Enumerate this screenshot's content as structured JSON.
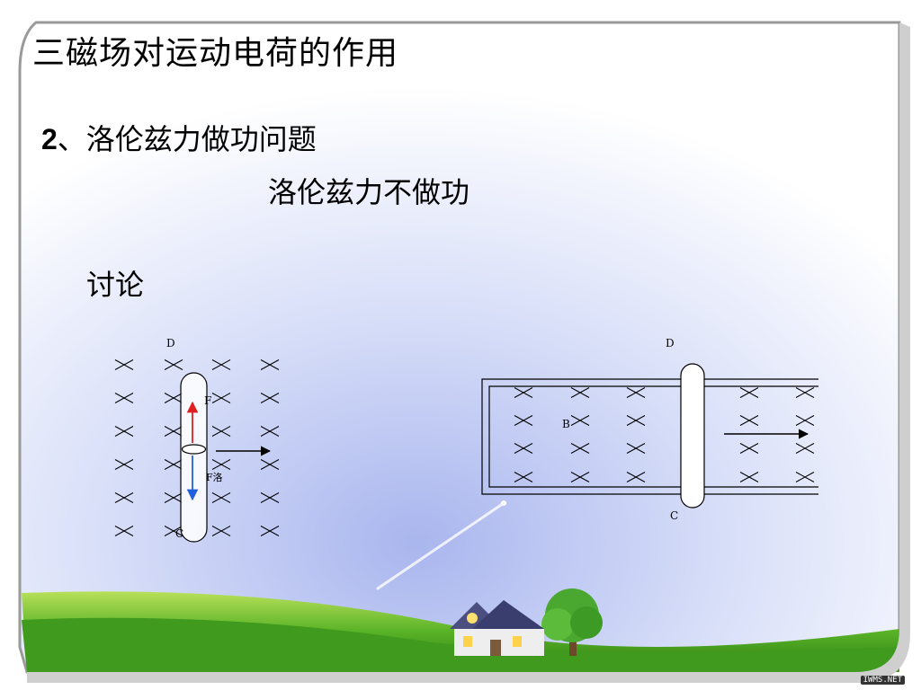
{
  "slide": {
    "title": "三磁场对运动电荷的作用",
    "subtitle_num": "2",
    "subtitle_text": "、洛伦兹力做功问题",
    "conclusion": "洛伦兹力不做功",
    "discuss": "讨论",
    "watermark": "IWMS.NET"
  },
  "left_diagram": {
    "label_top": "D",
    "label_bottom": "C",
    "force_up_label": "F",
    "force_down_label": "F洛",
    "field_symbol": "×",
    "arrow_up_color": "#e02020",
    "arrow_down_color": "#2060e0"
  },
  "right_diagram": {
    "label_top": "D",
    "label_bottom": "C",
    "field_label": "B",
    "field_symbol": "×"
  },
  "colors": {
    "frame": "#8a8a8a",
    "grass_dark": "#3f9a1e",
    "grass_light": "#9fd84a",
    "sky_blue": "#b9c6f0"
  }
}
